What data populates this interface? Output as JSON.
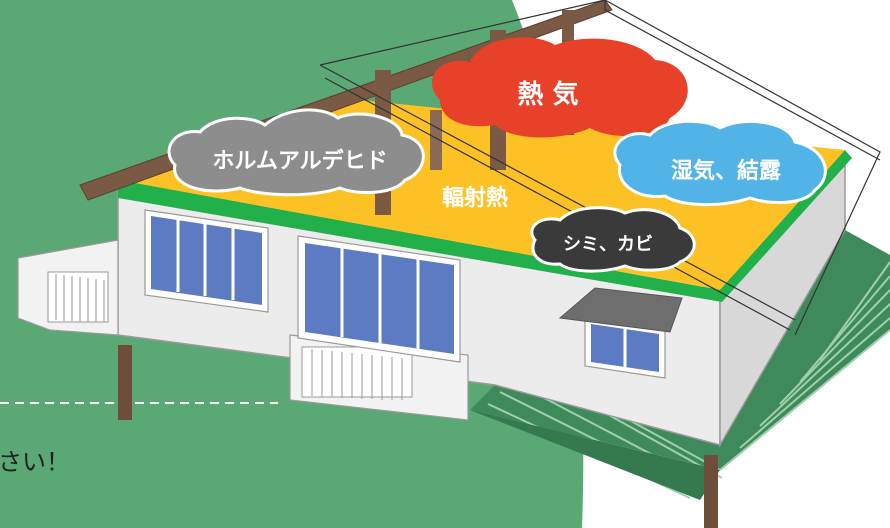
{
  "labels": {
    "heat": "熱 気",
    "formaldehyde": "ホルムアルデヒド",
    "radiant_heat": "輻射熱",
    "humidity": "湿気、結露",
    "mold": "シミ、カビ"
  },
  "caption": "さい！",
  "colors": {
    "background_green": "#5aa874",
    "roof_yellow": "#fcc225",
    "roof_edge_green": "#22b04a",
    "heat_cloud": "#e8412a",
    "formaldehyde_cloud": "#8d8d8d",
    "humidity_cloud": "#52b4e6",
    "mold_cloud": "#3a3a3a",
    "wall": "#ececec",
    "window_glass": "#5d7bc2",
    "wood_post": "#6e4d3a",
    "deck_green": "#3f8a5a"
  }
}
